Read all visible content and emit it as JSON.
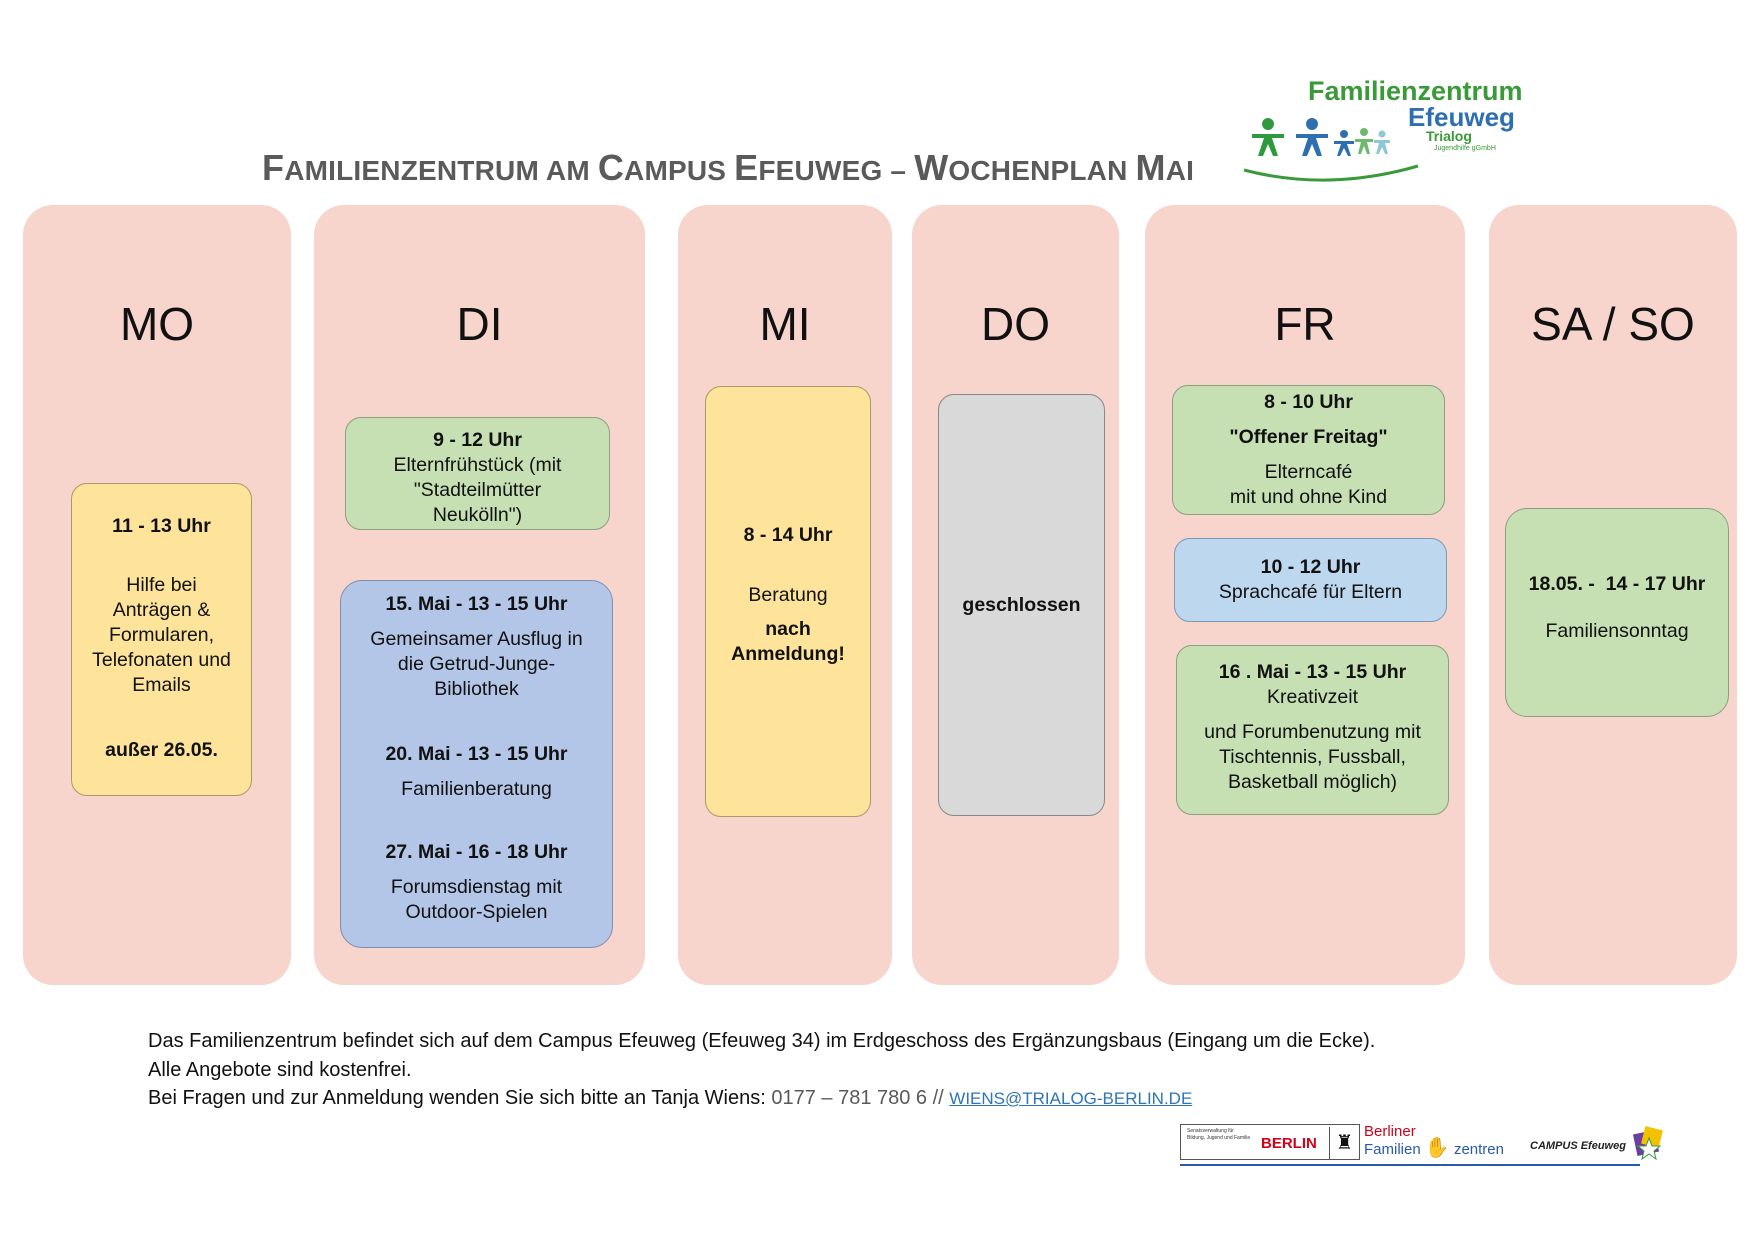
{
  "title": {
    "parts": [
      {
        "text": "F",
        "big": true
      },
      {
        "text": "AMILIENZENTRUM AM ",
        "big": false
      },
      {
        "text": "C",
        "big": true
      },
      {
        "text": "AMPUS ",
        "big": false
      },
      {
        "text": "E",
        "big": true
      },
      {
        "text": "FEUWEG – ",
        "big": false
      },
      {
        "text": "W",
        "big": true
      },
      {
        "text": "OCHENPLAN ",
        "big": false
      },
      {
        "text": "M",
        "big": true
      },
      {
        "text": "AI",
        "big": false
      }
    ]
  },
  "logo_top": {
    "line1": "Familienzentrum",
    "line2": "Efeuweg",
    "line3": "Trialog",
    "line4": "Jugendhilfe gGmbH"
  },
  "days": {
    "mo": {
      "label": "MO",
      "card": {
        "time": "11 - 13 Uhr",
        "text": [
          "Hilfe bei",
          "Anträgen &",
          "Formularen,",
          "Telefonaten und",
          "Emails"
        ],
        "note": "außer 26.05."
      }
    },
    "di": {
      "label": "DI",
      "card1": {
        "time": "9 - 12 Uhr",
        "text": [
          "Elternfrühstück (mit",
          "\"Stadteilmütter",
          "Neukölln\")"
        ]
      },
      "card2": {
        "entries": [
          {
            "time": "15. Mai - 13 - 15 Uhr",
            "text": [
              "Gemeinsamer Ausflug in",
              "die Getrud-Junge-",
              "Bibliothek"
            ]
          },
          {
            "time": "20. Mai - 13 - 15 Uhr",
            "text": [
              "Familienberatung"
            ]
          },
          {
            "time": "27. Mai - 16 - 18 Uhr",
            "text": [
              "Forumsdienstag mit",
              "Outdoor-Spielen"
            ]
          }
        ]
      }
    },
    "mi": {
      "label": "MI",
      "card": {
        "time": "8 - 14 Uhr",
        "text": "Beratung",
        "bold": [
          "nach",
          "Anmeldung!"
        ]
      }
    },
    "do": {
      "label": "DO",
      "card": {
        "text": "geschlossen"
      }
    },
    "fr": {
      "label": "FR",
      "card1": {
        "time": "8 - 10 Uhr",
        "title": "\"Offener Freitag\"",
        "text": [
          "Elterncafé",
          "mit und ohne Kind"
        ]
      },
      "card2": {
        "time": "10 - 12 Uhr",
        "text": "Sprachcafé für Eltern"
      },
      "card3": {
        "time": "16 . Mai - 13 - 15 Uhr",
        "subtitle": "Kreativzeit",
        "text": [
          "und Forumbenutzung mit",
          "Tischtennis, Fussball,",
          "Basketball möglich)"
        ]
      }
    },
    "saso": {
      "label": "SA / SO",
      "card": {
        "time": "18.05. -  14 - 17 Uhr",
        "text": "Familiensonntag"
      }
    }
  },
  "footer": {
    "line1": "Das Familienzentrum befindet sich auf dem Campus Efeuweg (Efeuweg 34) im Erdgeschoss des Ergänzungsbaus (Eingang um die Ecke).",
    "line2": "Alle Angebote sind kostenfrei.",
    "line3": "Bei Fragen und zur Anmeldung wenden Sie sich bitte an Tanja Wiens: ",
    "phone": "0177 – 781 780 6 // ",
    "email": "WIENS@TRIALOG-BERLIN.DE"
  },
  "logos_bottom": {
    "senate": "Senatsverwaltung für Bildung, Jugend und Familie",
    "berlin": "BERLIN",
    "bfz_line1": "Berliner",
    "bfz_line2a": "Familien",
    "bfz_line2b": "zentren",
    "campus": "CAMPUS Efeuweg"
  },
  "colors": {
    "column_bg": "#f7d4cc",
    "yellow": "#fde49a",
    "green": "#c6e0b4",
    "blue": "#b4c6e7",
    "lightblue": "#bdd7ee",
    "grey": "#d9d9d9",
    "title": "#5a5a5a",
    "link": "#2e75b6"
  }
}
